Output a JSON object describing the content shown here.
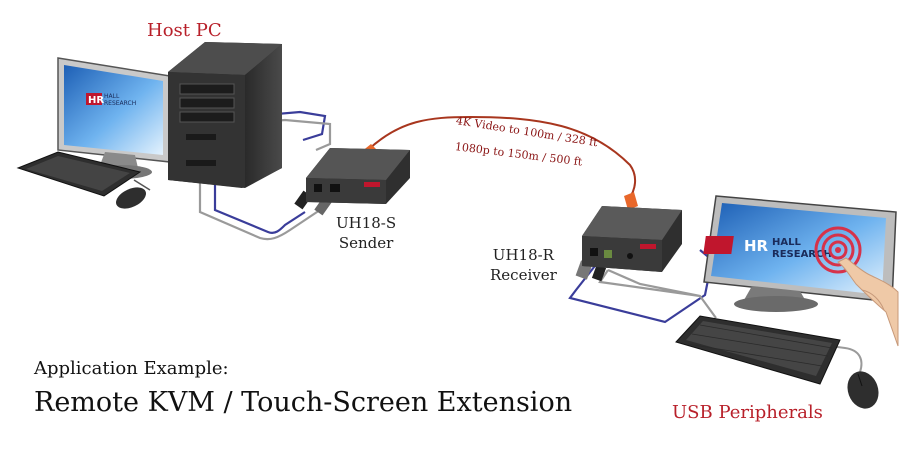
{
  "labels": {
    "host_pc": "Host PC",
    "sender_model": "UH18-S",
    "sender_role": "Sender",
    "receiver_model": "UH18-R",
    "receiver_role": "Receiver",
    "usb_peripherals": "USB Peripherals",
    "cable_spec_4k": "4K Video to 100m / 328 ft",
    "cable_spec_1080p": "1080p  to 150m / 500 ft",
    "app_example": "Application Example:",
    "app_title": "Remote KVM  / Touch-Screen Extension"
  },
  "logo": {
    "mark": "HR",
    "line1": "HALL",
    "line2": "RESEARCH"
  },
  "colors": {
    "title_red": "#b8202a",
    "cable_red": "#a8361e",
    "usb_blue": "#3a3d9a",
    "hdmi_gray": "#9a9a9a",
    "device_dark": "#3b3b3b",
    "screen_blue": "#3d86d6",
    "touch_target": "#d6324a"
  }
}
